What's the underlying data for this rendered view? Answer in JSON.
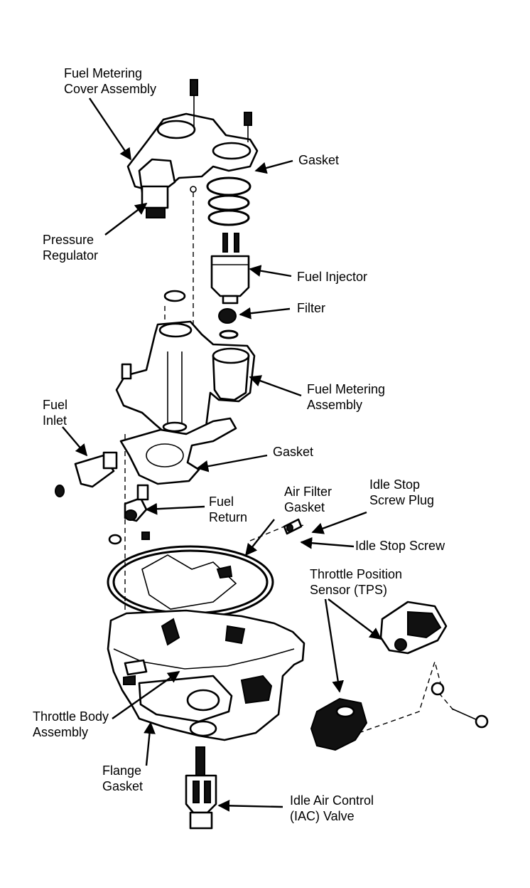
{
  "labels": {
    "fuel_metering_cover": [
      "Fuel Metering",
      "Cover Assembly"
    ],
    "gasket_top": "Gasket",
    "pressure_regulator": [
      "Pressure",
      "Regulator"
    ],
    "fuel_injector": "Fuel Injector",
    "filter": "Filter",
    "fuel_metering_assembly": [
      "Fuel Metering",
      "Assembly"
    ],
    "fuel_inlet": [
      "Fuel",
      "Inlet"
    ],
    "gasket_mid": "Gasket",
    "air_filter_gasket": [
      "Air Filter",
      "Gasket"
    ],
    "idle_stop_screw_plug": [
      "Idle Stop",
      "Screw Plug"
    ],
    "fuel_return": [
      "Fuel",
      "Return"
    ],
    "idle_stop_screw": "Idle Stop Screw",
    "tps": [
      "Throttle Position",
      "Sensor (TPS)"
    ],
    "throttle_body_assembly": [
      "Throttle Body",
      "Assembly"
    ],
    "flange_gasket": [
      "Flange",
      "Gasket"
    ],
    "iac_valve": [
      "Idle Air Control",
      "(IAC) Valve"
    ]
  }
}
